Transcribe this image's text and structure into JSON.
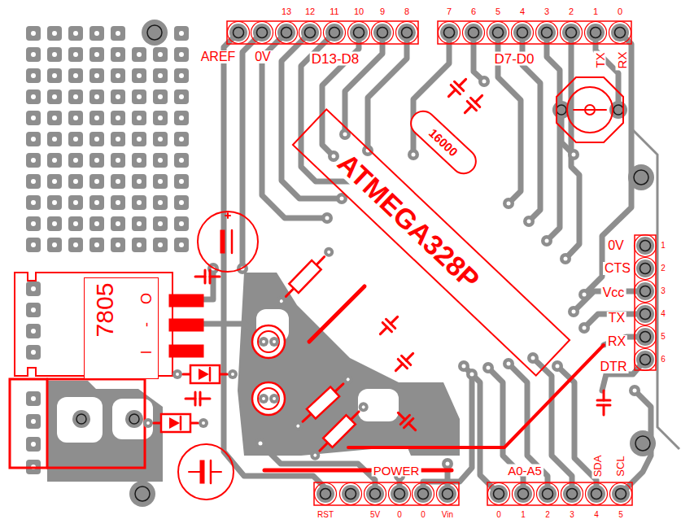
{
  "diagram": {
    "nodes": [
      {
        "text": [
          "ATMEGA328P"
        ]
      },
      {
        "text": [
          "16000"
        ]
      },
      {
        "text": [
          "7805",
          "O",
          "-",
          "I"
        ]
      }
    ],
    "labels": [
      "13",
      "12",
      "11",
      "10",
      "9",
      "8",
      "7",
      "6",
      "5",
      "4",
      "3",
      "2",
      "1",
      "0",
      "AREF",
      "0V",
      "D13-D8",
      "D7-D0",
      "TX",
      "RX",
      "0V",
      "1",
      "CTS",
      "2",
      "Vcc",
      "3",
      "TX",
      "4",
      "RX",
      "5",
      "DTR",
      "6",
      "POWER",
      "A0-A5",
      "SDA",
      "SCL",
      "RST",
      "5V",
      "0",
      "0",
      "Vin",
      "0",
      "1",
      "2",
      "3",
      "4",
      "5"
    ]
  }
}
